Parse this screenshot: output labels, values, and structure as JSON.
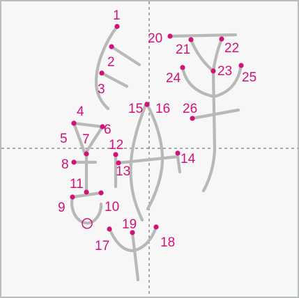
{
  "colors": {
    "stroke": "#b8b8b8",
    "marker": "#d4107a",
    "background": "#f6f7f6",
    "border": "#b9bdbd",
    "guide": "#5a5a5a"
  },
  "stroke_numbers": [
    "1",
    "2",
    "3",
    "4",
    "5",
    "6",
    "7",
    "8",
    "9",
    "10",
    "11",
    "12",
    "13",
    "14",
    "15",
    "16",
    "17",
    "18",
    "19",
    "20",
    "21",
    "22",
    "23",
    "24",
    "25",
    "26"
  ]
}
